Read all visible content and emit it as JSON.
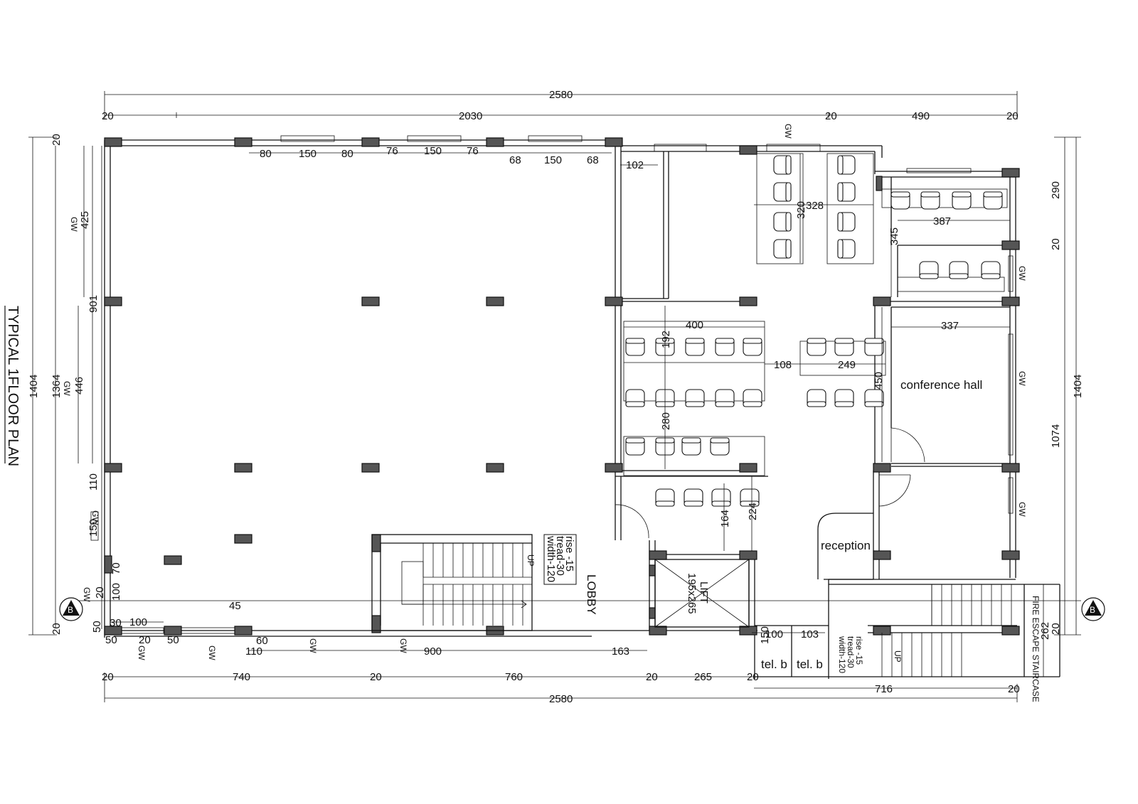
{
  "title": "TYPICAL 1FLOOR PLAN",
  "rooms": {
    "conference": "conference hall",
    "reception": "reception",
    "lobby": "LOBBY",
    "lift": "LIFT",
    "lift_size": "195x265",
    "tel1": "tel. b",
    "tel2": "tel. b",
    "fire_stair": "FIRE ESCAPE STAIRCASE",
    "up1": "UP",
    "up2": "UP",
    "gw": "GW"
  },
  "stair_main": {
    "width": "width-120",
    "tread": "tread-30",
    "rise": "rise -15"
  },
  "stair_fire": {
    "width": "width-120",
    "tread": "tread-30",
    "rise": "rise -15"
  },
  "dims_top": {
    "total": "2580",
    "d20a": "20",
    "d2030": "2030",
    "d20b": "20",
    "d490": "490",
    "d20c": "20"
  },
  "dims_window": [
    "80",
    "150",
    "80",
    "76",
    "150",
    "76",
    "68",
    "150",
    "68",
    "102"
  ],
  "dims_bottom": {
    "d20a": "20",
    "d740": "740",
    "d20b": "20",
    "d760": "760",
    "d20c": "20",
    "d265": "265",
    "d20d": "20",
    "d716": "716",
    "d20e": "20",
    "total": "2580"
  },
  "dims_bottom_detail": {
    "d50a": "50",
    "d20": "20",
    "d50b": "50",
    "d110": "110",
    "d60": "60",
    "d900": "900",
    "d163": "163",
    "d100": "100",
    "d30": "30",
    "d45": "45",
    "d100t": "100",
    "d103": "103",
    "d150t": "150"
  },
  "dims_left": {
    "d1404": "1404",
    "d1364": "1364",
    "d20a": "20",
    "d425": "425",
    "d901": "901",
    "d446": "446",
    "d110": "110",
    "d150": "150",
    "d70": "70",
    "d100": "100",
    "d20b": "20",
    "d50": "50",
    "d20c": "20"
  },
  "dims_right": {
    "d1404": "1404",
    "d290": "290",
    "d20a": "20",
    "d1074": "1074",
    "d262": "262",
    "d20b": "20"
  },
  "dims_interior": {
    "d320": "320",
    "d328": "328",
    "d345": "345",
    "d387": "387",
    "d400": "400",
    "d192": "192",
    "d108": "108",
    "d249": "249",
    "d450": "450",
    "d337": "337",
    "d280": "280",
    "d164": "164",
    "d224": "224"
  },
  "section_marker": "B"
}
